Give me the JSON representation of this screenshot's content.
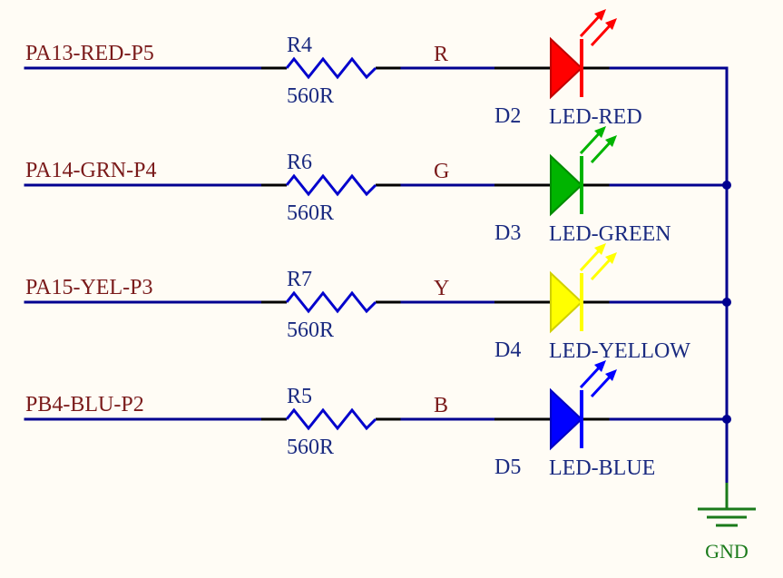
{
  "colors": {
    "wire": "#000090",
    "net_label": "#7a1a1a",
    "designator": "#1a2a80",
    "gnd": "#1a7a1a",
    "background": "#fffcf5"
  },
  "channels": [
    {
      "net": "PA13-RED-P5",
      "resistor": "R4",
      "value": "560R",
      "node": "R",
      "diode": "D2",
      "led": "LED-RED",
      "color": "#ff0000",
      "dark": "#c00000",
      "junction": false
    },
    {
      "net": "PA14-GRN-P4",
      "resistor": "R6",
      "value": "560R",
      "node": "G",
      "diode": "D3",
      "led": "LED-GREEN",
      "color": "#00b400",
      "dark": "#008a00",
      "junction": true
    },
    {
      "net": "PA15-YEL-P3",
      "resistor": "R7",
      "value": "560R",
      "node": "Y",
      "diode": "D4",
      "led": "LED-YELLOW",
      "color": "#ffff00",
      "dark": "#d0d000",
      "junction": true
    },
    {
      "net": "PB4-BLU-P2",
      "resistor": "R5",
      "value": "560R",
      "node": "B",
      "diode": "D5",
      "led": "LED-BLUE",
      "color": "#0000ff",
      "dark": "#0000c0",
      "junction": true
    }
  ],
  "ground": {
    "label": "GND",
    "icon": "ground-symbol-icon"
  }
}
